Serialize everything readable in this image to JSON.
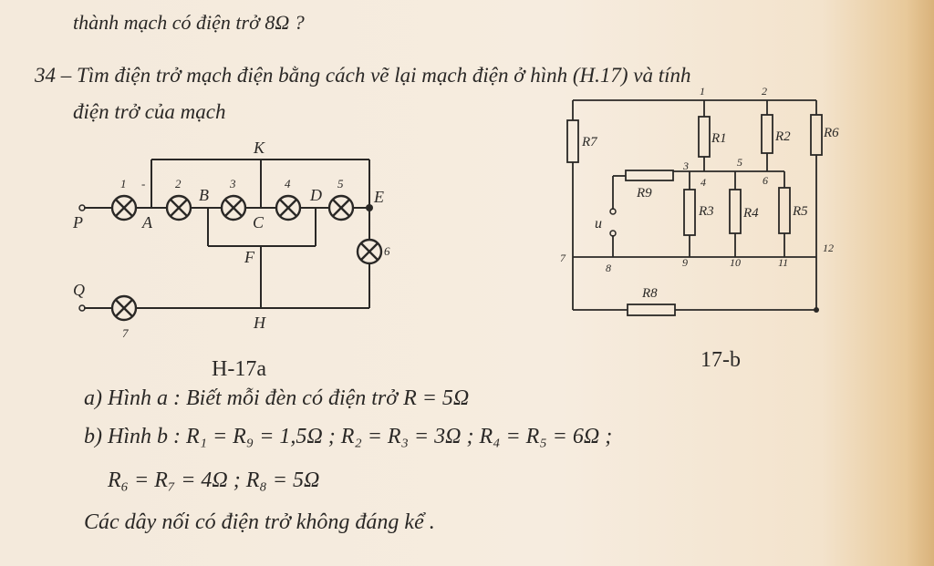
{
  "problem": {
    "prev_tail": "thành mạch có điện trở 8Ω  ?",
    "number_statement": "34 – Tìm điện trở mạch điện bằng cách vẽ lại mạch điện ở hình (H.17) và tính",
    "statement_cont": "điện trở của mạch"
  },
  "figure_a": {
    "caption": "H-17a",
    "nodes": [
      "P",
      "A",
      "B",
      "C",
      "D",
      "E",
      "K",
      "F",
      "H",
      "Q"
    ],
    "lamps": [
      "1",
      "2",
      "3",
      "4",
      "5",
      "6",
      "7"
    ],
    "minus_mark": "-"
  },
  "figure_b": {
    "caption": "17-b",
    "resistors": [
      "R7",
      "R1",
      "R2",
      "R6",
      "R9",
      "R3",
      "R4",
      "R5",
      "R8"
    ],
    "node_numbers": [
      "1",
      "2",
      "3",
      "4",
      "5",
      "6",
      "7",
      "8",
      "9",
      "10",
      "11",
      "12"
    ],
    "source_label": "u"
  },
  "answers": {
    "a": "a) Hình a : Biết mỗi đèn có điện trở  R  =  5Ω",
    "b1": "b) Hình b : R₁  =  R₉  =  1,5Ω  ;  R₂  =  R₃  =  3Ω  ;  R₄  =  R₅  =  6Ω ;",
    "b2": "R₆  =  R₇  =  4Ω  ;  R₈  =  5Ω",
    "c": "Các dây nối có điện trở không đáng kể ."
  }
}
